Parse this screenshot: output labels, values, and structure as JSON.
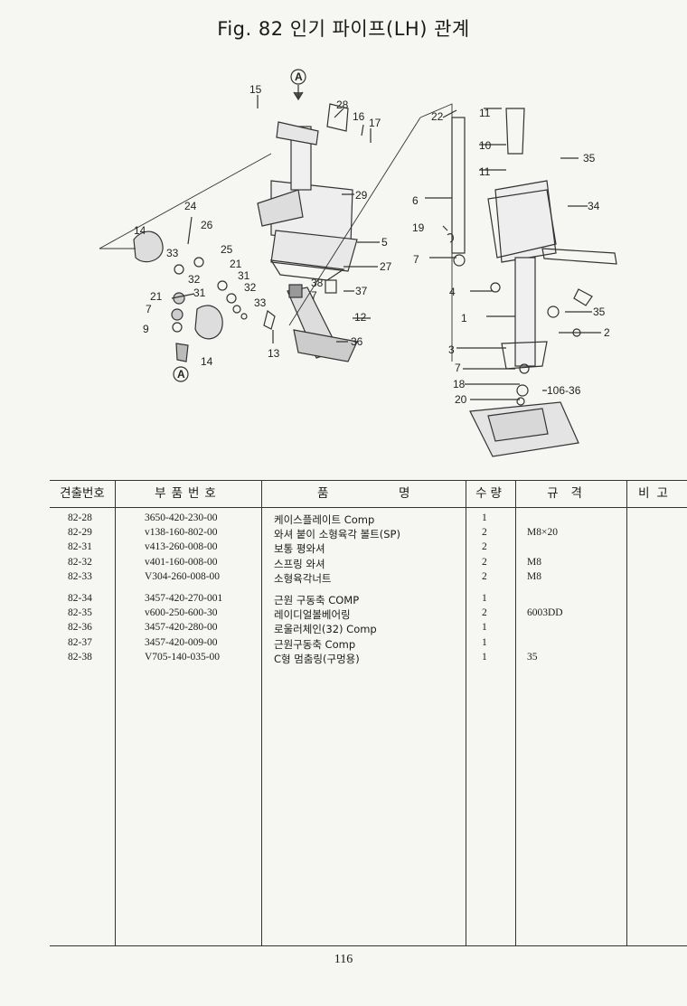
{
  "title": "Fig. 82  인기 파이프(LH) 관계",
  "diagram": {
    "callouts": [
      "15",
      "A",
      "28",
      "16",
      "17",
      "22",
      "11",
      "10",
      "35",
      "11",
      "29",
      "6",
      "34",
      "24",
      "26",
      "14",
      "5",
      "19",
      "25",
      "33",
      "27",
      "7",
      "21",
      "32",
      "31",
      "38",
      "37",
      "4",
      "21",
      "31",
      "32",
      "33",
      "7",
      "12",
      "1",
      "35",
      "7",
      "2",
      "9",
      "36",
      "3",
      "13",
      "7",
      "14",
      "A",
      "18",
      "106-36",
      "20"
    ]
  },
  "table": {
    "headers": {
      "index": "견출번호",
      "part_no": "부품번호",
      "name": "품명",
      "name_left": "품",
      "name_right": "명",
      "qty": "수량",
      "spec": "규격",
      "remark": "비고"
    },
    "rows": [
      {
        "index": "82-28",
        "part_no": "3650-420-230-00",
        "name": "케이스플레이트 Comp",
        "qty": "1",
        "spec": ""
      },
      {
        "index": "82-29",
        "part_no": "v138-160-802-00",
        "name": "와셔 붙이 소형육각 볼트(SP)",
        "qty": "2",
        "spec": "M8×20"
      },
      {
        "index": "82-31",
        "part_no": "v413-260-008-00",
        "name": "보통 평와셔",
        "qty": "2",
        "spec": ""
      },
      {
        "index": "82-32",
        "part_no": "v401-160-008-00",
        "name": "스프링 와셔",
        "qty": "2",
        "spec": "M8"
      },
      {
        "index": "82-33",
        "part_no": "V304-260-008-00",
        "name": "소형육각너트",
        "qty": "2",
        "spec": "M8"
      },
      {
        "index": "82-34",
        "part_no": "3457-420-270-001",
        "name": "근원 구동축 COMP",
        "qty": "1",
        "spec": ""
      },
      {
        "index": "82-35",
        "part_no": "v600-250-600-30",
        "name": "레이디얼볼베어링",
        "qty": "2",
        "spec": "6003DD"
      },
      {
        "index": "82-36",
        "part_no": "3457-420-280-00",
        "name": "로울러체인(32) Comp",
        "qty": "1",
        "spec": ""
      },
      {
        "index": "82-37",
        "part_no": "3457-420-009-00",
        "name": "근원구동축 Comp",
        "qty": "1",
        "spec": ""
      },
      {
        "index": "82-38",
        "part_no": "V705-140-035-00",
        "name": "C형 멈춤링(구멍용)",
        "qty": "1",
        "spec": "35"
      }
    ]
  },
  "page_number": "116"
}
